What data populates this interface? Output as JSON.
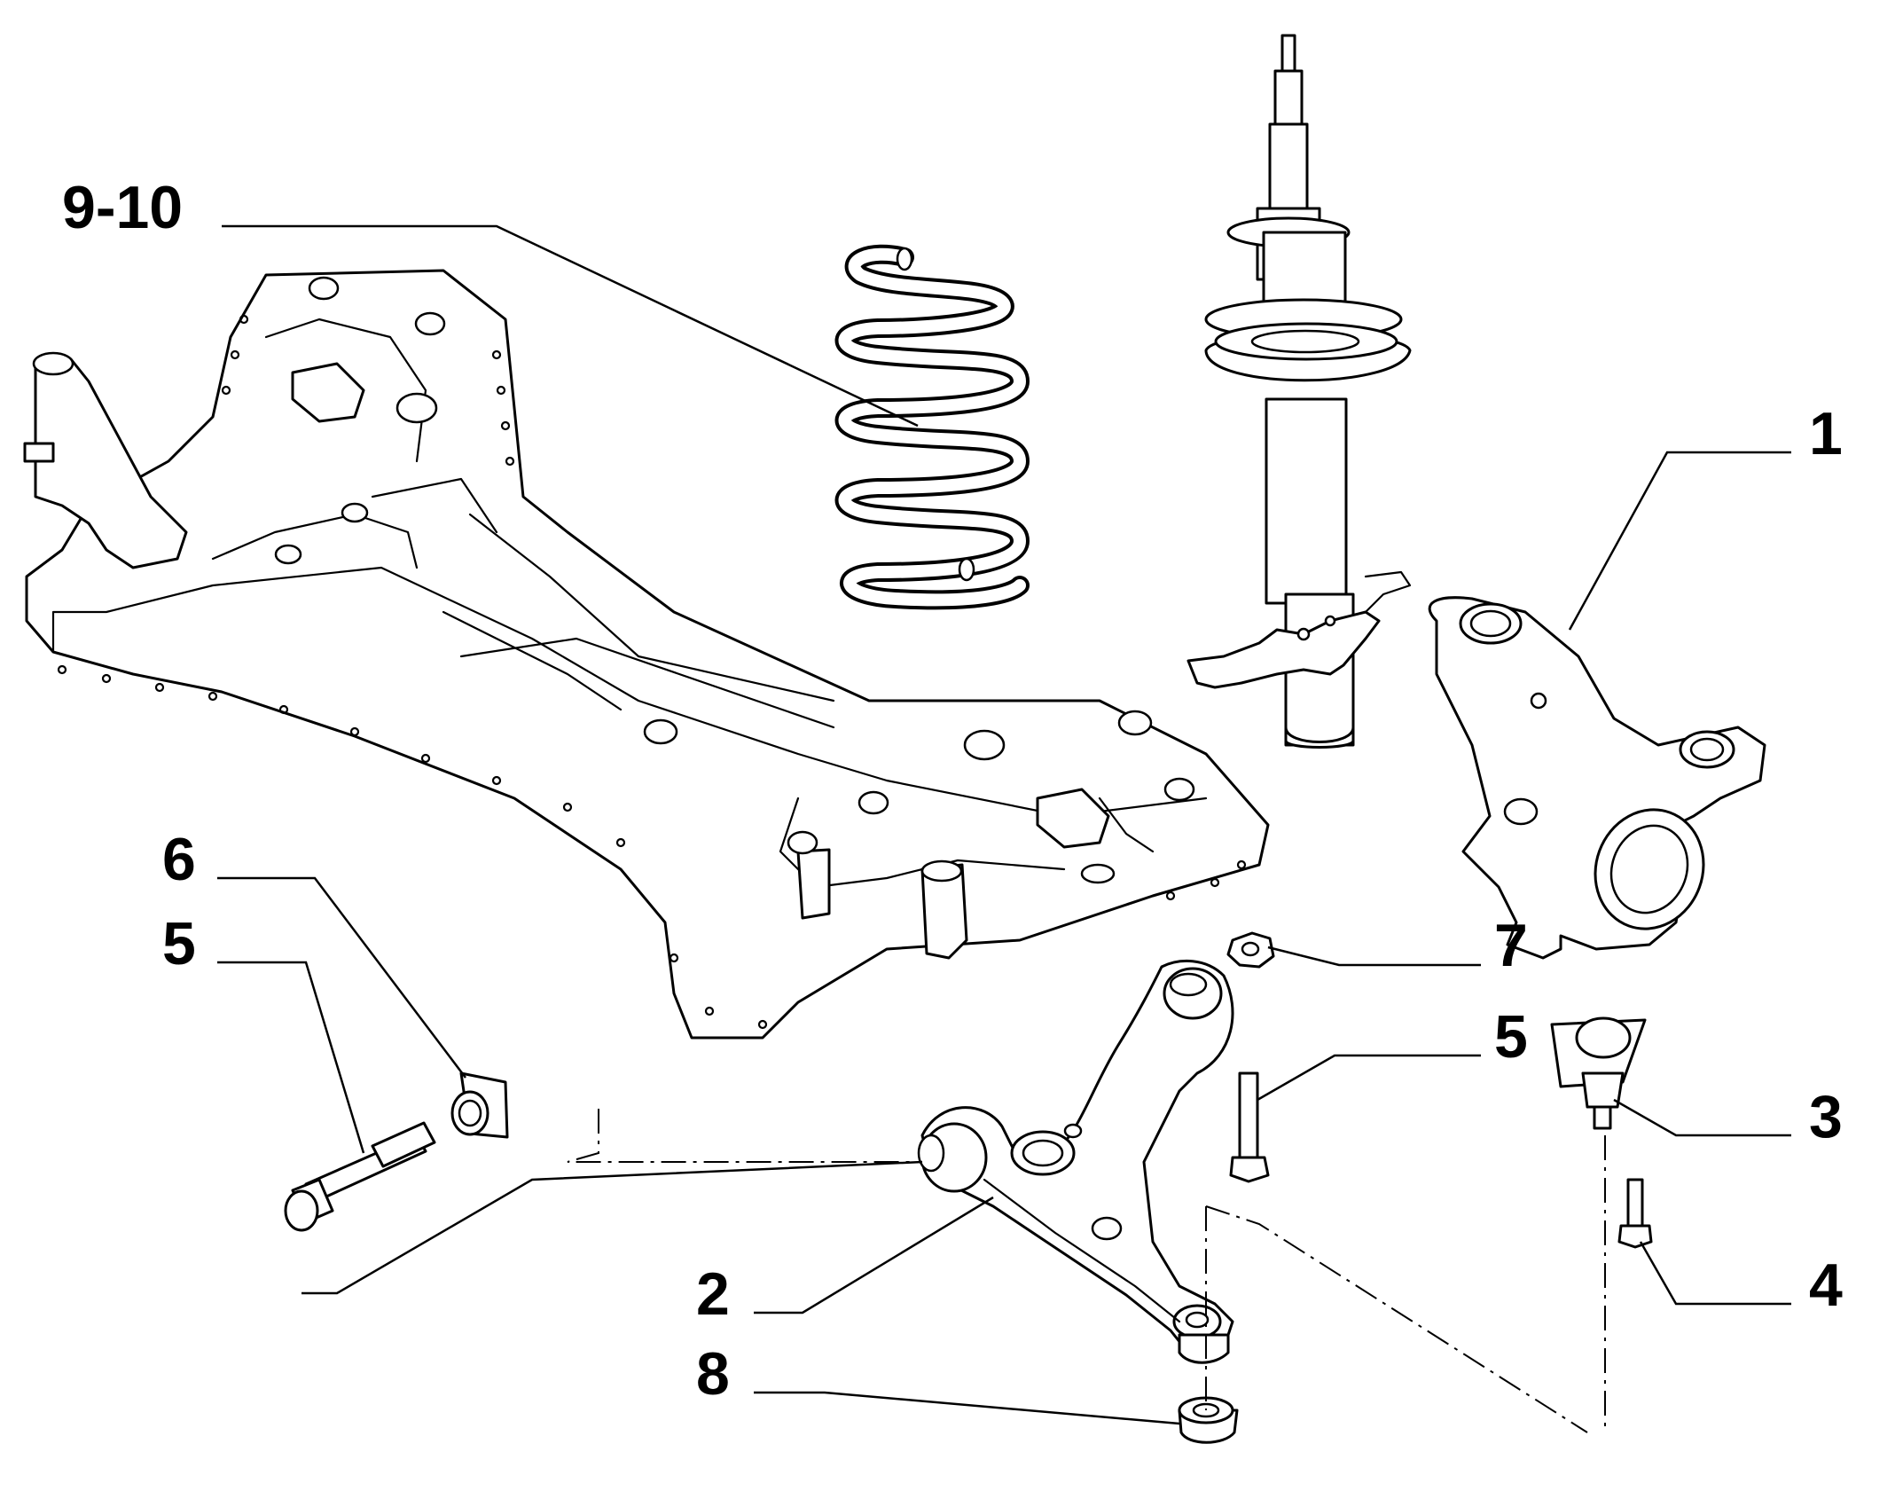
{
  "diagram": {
    "callouts": {
      "spring": "9-10",
      "knuckle": "1",
      "bushing": "6",
      "bolt_left": "5",
      "nut": "7",
      "bolt_right": "5",
      "ball_joint": "3",
      "screw": "4",
      "control_arm": "2",
      "bush": "8"
    },
    "colors": {
      "line": "#000000",
      "background": "#ffffff"
    }
  }
}
